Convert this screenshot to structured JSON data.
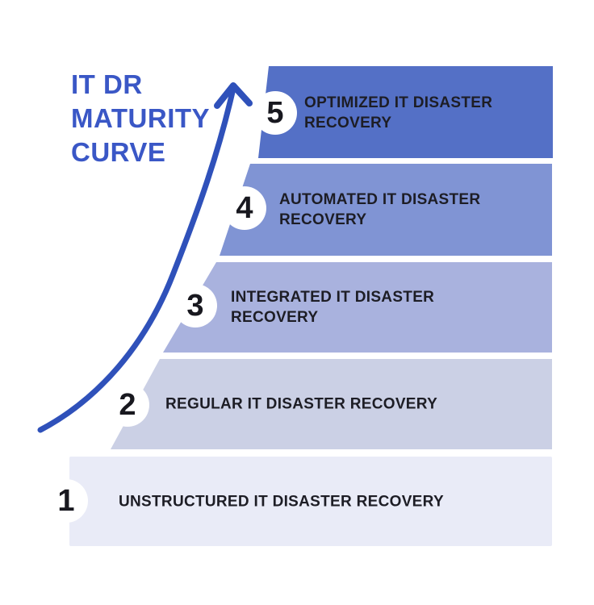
{
  "title": "IT DR MATURITY CURVE",
  "colors": {
    "background": "#FFFFFF",
    "title_text": "#3A57C6",
    "curve_arrow": "#2F51BA",
    "label_text": "#1D1D25",
    "number_text": "#18181F",
    "circle_fill": "#FFFFFF"
  },
  "levels": [
    {
      "number": "1",
      "label": "UNSTRUCTURED IT DISASTER RECOVERY",
      "color": "#E9EBF7"
    },
    {
      "number": "2",
      "label": "REGULAR IT DISASTER RECOVERY",
      "color": "#CBD0E5"
    },
    {
      "number": "3",
      "label": "INTEGRATED IT DISASTER RECOVERY",
      "color": "#A9B2DE"
    },
    {
      "number": "4",
      "label": "AUTOMATED IT DISASTER RECOVERY",
      "color": "#8094D4"
    },
    {
      "number": "5",
      "label": "OPTIMIZED IT DISASTER RECOVERY",
      "color": "#5470C6"
    }
  ]
}
